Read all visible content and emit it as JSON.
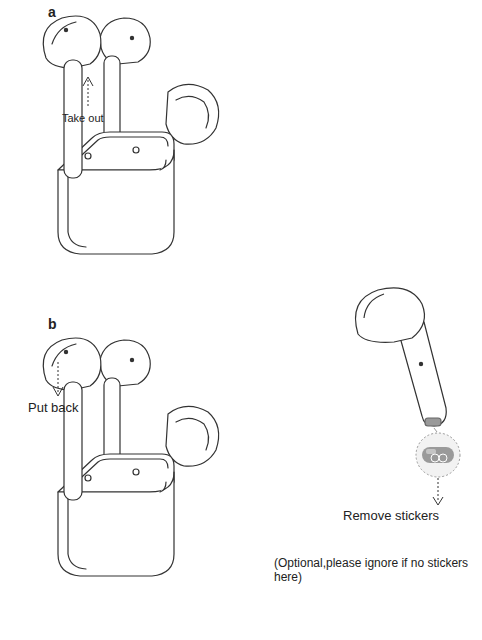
{
  "diagram": {
    "labels": [
      "a",
      "Take out",
      "Remove stickers",
      "b",
      "Put back",
      "(Optional,please ignore if no stickers here)"
    ]
  }
}
